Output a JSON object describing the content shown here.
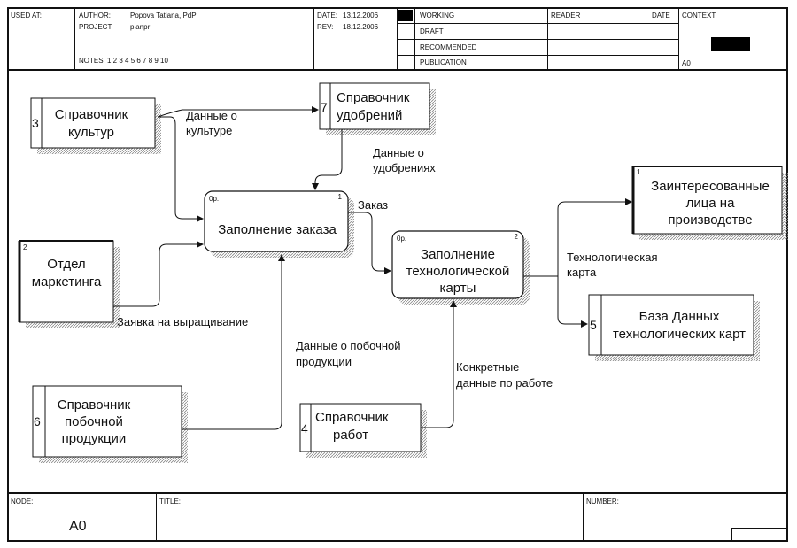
{
  "header": {
    "used_at": "USED AT:",
    "author_label": "AUTHOR:",
    "author": "Popova Tatiana, PdP",
    "project_label": "PROJECT:",
    "project": "planpr",
    "date_label": "DATE:",
    "date": "13.12.2006",
    "rev_label": "REV:",
    "rev": "18.12.2006",
    "notes": "NOTES:  1  2  3  4  5  6  7  8  9  10",
    "status": [
      "WORKING",
      "DRAFT",
      "RECOMMENDED",
      "PUBLICATION"
    ],
    "reader": "READER",
    "reader_date": "DATE",
    "context": "CONTEXT:",
    "context_node": "A0"
  },
  "footer": {
    "node_label": "NODE:",
    "node": "A0",
    "title_label": "TITLE:",
    "number_label": "NUMBER:"
  },
  "diagram": {
    "externals": [
      {
        "id": "3",
        "lines": [
          "Справочник",
          "культур"
        ]
      },
      {
        "id": "7",
        "lines": [
          "Справочник",
          "удобрений"
        ]
      },
      {
        "id": "2",
        "lines": [
          "Отдел",
          "маркетинга"
        ]
      },
      {
        "id": "6",
        "lines": [
          "Справочник",
          "побочной",
          "продукции"
        ]
      },
      {
        "id": "4",
        "lines": [
          "Справочник",
          "работ"
        ]
      },
      {
        "id": "1",
        "lines": [
          "Заинтересованные",
          "лица на",
          "производстве"
        ]
      },
      {
        "id": "5",
        "lines": [
          "База Данных",
          "технологических карт"
        ]
      }
    ],
    "processes": [
      {
        "tag": "0р.",
        "num": "1",
        "lines": [
          "Заполнение заказа"
        ]
      },
      {
        "tag": "0р.",
        "num": "2",
        "lines": [
          "Заполнение",
          "технологической",
          "карты"
        ]
      }
    ],
    "flows": [
      {
        "lines": [
          "Данные о",
          "культуре"
        ]
      },
      {
        "lines": [
          "Данные о",
          "удобрениях"
        ]
      },
      {
        "lines": [
          "Заказ"
        ]
      },
      {
        "lines": [
          "Заявка на выращивание"
        ]
      },
      {
        "lines": [
          "Данные о побочной",
          "продукции"
        ]
      },
      {
        "lines": [
          "Конкретные",
          "данные по работе"
        ]
      },
      {
        "lines": [
          "Технологическая",
          "карта"
        ]
      }
    ]
  }
}
